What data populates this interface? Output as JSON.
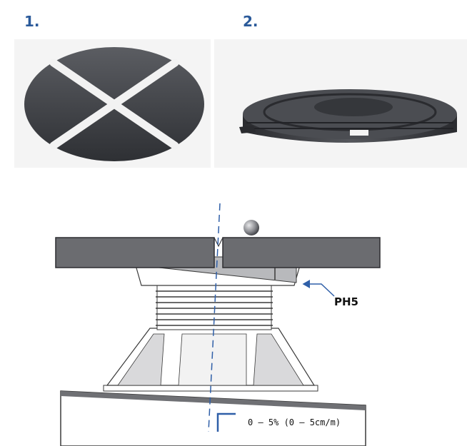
{
  "labels": {
    "item1": "1.",
    "item2": "2."
  },
  "diagram": {
    "callout_label": "PH5",
    "slope_label": "0 – 5% (0 – 5cm/m)"
  },
  "colors": {
    "label_blue": "#2b5a9a",
    "pad_dark": "#4a4c50",
    "slab_gray": "#7c7d80",
    "axis_blue": "#2f5fa8"
  }
}
